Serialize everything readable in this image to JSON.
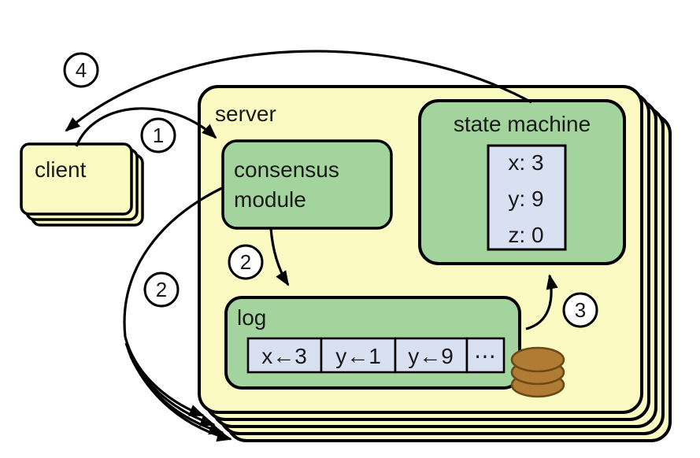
{
  "client": {
    "label": "client"
  },
  "server": {
    "label": "server"
  },
  "consensus_module": {
    "line1": "consensus",
    "line2": "module"
  },
  "state_machine": {
    "label": "state machine",
    "vars": [
      "x: 3",
      "y: 9",
      "z: 0"
    ]
  },
  "log": {
    "label": "log",
    "entries": [
      "x←3",
      "y←1",
      "y←9",
      "⋯"
    ]
  },
  "steps": {
    "s1": "1",
    "s2": "2",
    "s3": "3",
    "s4": "4"
  },
  "colors": {
    "box_yellow": "#FAFAC2",
    "box_green": "#A4D49E",
    "box_blue": "#D8E0F2",
    "disk_brown": "#B07C34",
    "disk_stroke": "#6B4A18",
    "line_black": "#000000"
  }
}
